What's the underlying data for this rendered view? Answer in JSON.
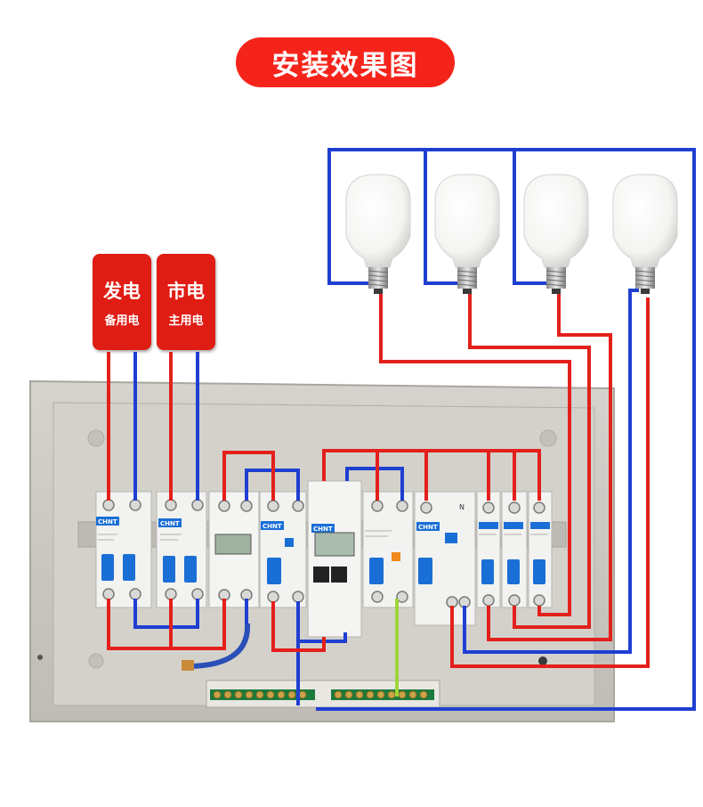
{
  "title": "安装效果图",
  "sources": {
    "generator": {
      "label": "发电",
      "sub": "备用电"
    },
    "mains": {
      "label": "市电",
      "sub": "主用电"
    }
  },
  "brand_label": "CHNT",
  "neutral_label": "N",
  "colors": {
    "banner": "#f5241b",
    "live_wire": "#e3201b",
    "neutral_wire": "#1f3fd1",
    "earth_wire": "#9fd43a",
    "enclosure": "#ccc8c2",
    "breaker_handle": "#1a6fd6"
  },
  "lamps": [
    {
      "name": "bulb-1"
    },
    {
      "name": "bulb-2"
    },
    {
      "name": "bulb-3"
    },
    {
      "name": "bulb-4"
    }
  ]
}
